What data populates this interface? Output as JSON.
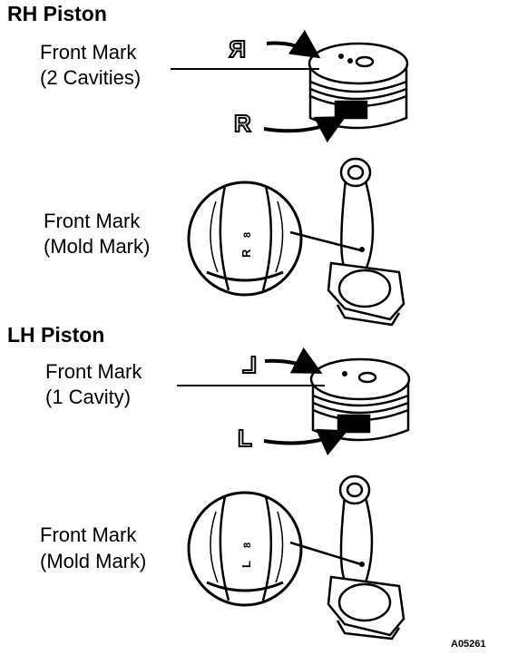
{
  "rh": {
    "heading": "RH Piston",
    "piston_label_line1": "Front Mark",
    "piston_label_line2": "(2 Cavities)",
    "rod_label_line1": "Front Mark",
    "rod_label_line2": "(Mold Mark)",
    "letter_top": "R",
    "letter_bottom": "R"
  },
  "lh": {
    "heading": "LH Piston",
    "piston_label_line1": "Front Mark",
    "piston_label_line2": "(1 Cavity)",
    "rod_label_line1": "Front Mark",
    "rod_label_line2": "(Mold Mark)",
    "letter_top": "L",
    "letter_bottom": "L"
  },
  "figure_code": "A05261"
}
